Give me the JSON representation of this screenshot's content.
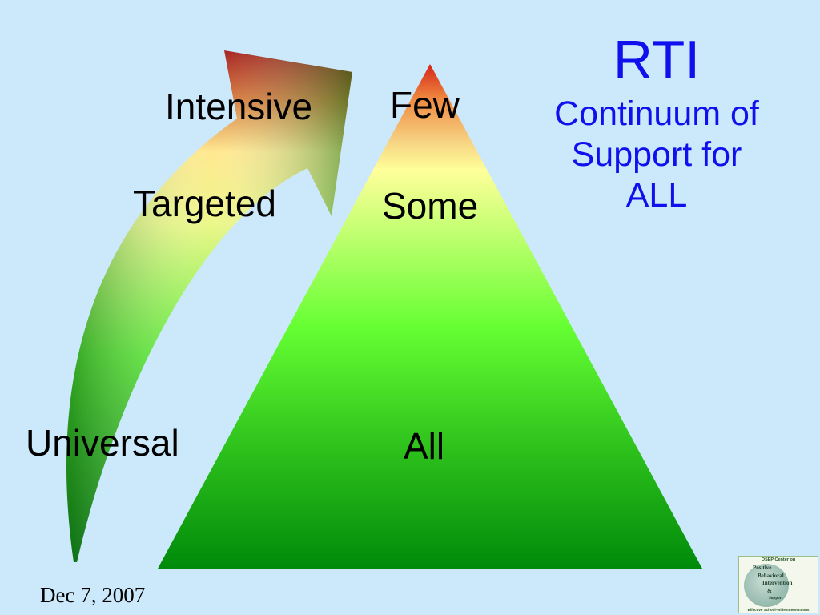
{
  "title": {
    "main": "RTI",
    "line1": "Continuum of",
    "line2": "Support for",
    "line3": "ALL"
  },
  "arrow_labels": {
    "intensive": "Intensive",
    "targeted": "Targeted",
    "universal": "Universal"
  },
  "pyramid_labels": {
    "few": "Few",
    "some": "Some",
    "all": "All"
  },
  "footer": {
    "date": "Dec 7, 2007"
  },
  "logo": {
    "top_text": "OSEP Center on",
    "line_p": "Positive",
    "line_b": "Behavioral",
    "line_i": "Intervention",
    "line_amp": "&",
    "line_s": "Support",
    "bottom_text": "Effective School-Wide Interventions"
  },
  "colors": {
    "background": "#cce8fb",
    "title": "#1010ee",
    "tier_intensive": "#d42418",
    "tier_targeted": "#ffff9a",
    "tier_universal": "#008a0a"
  }
}
